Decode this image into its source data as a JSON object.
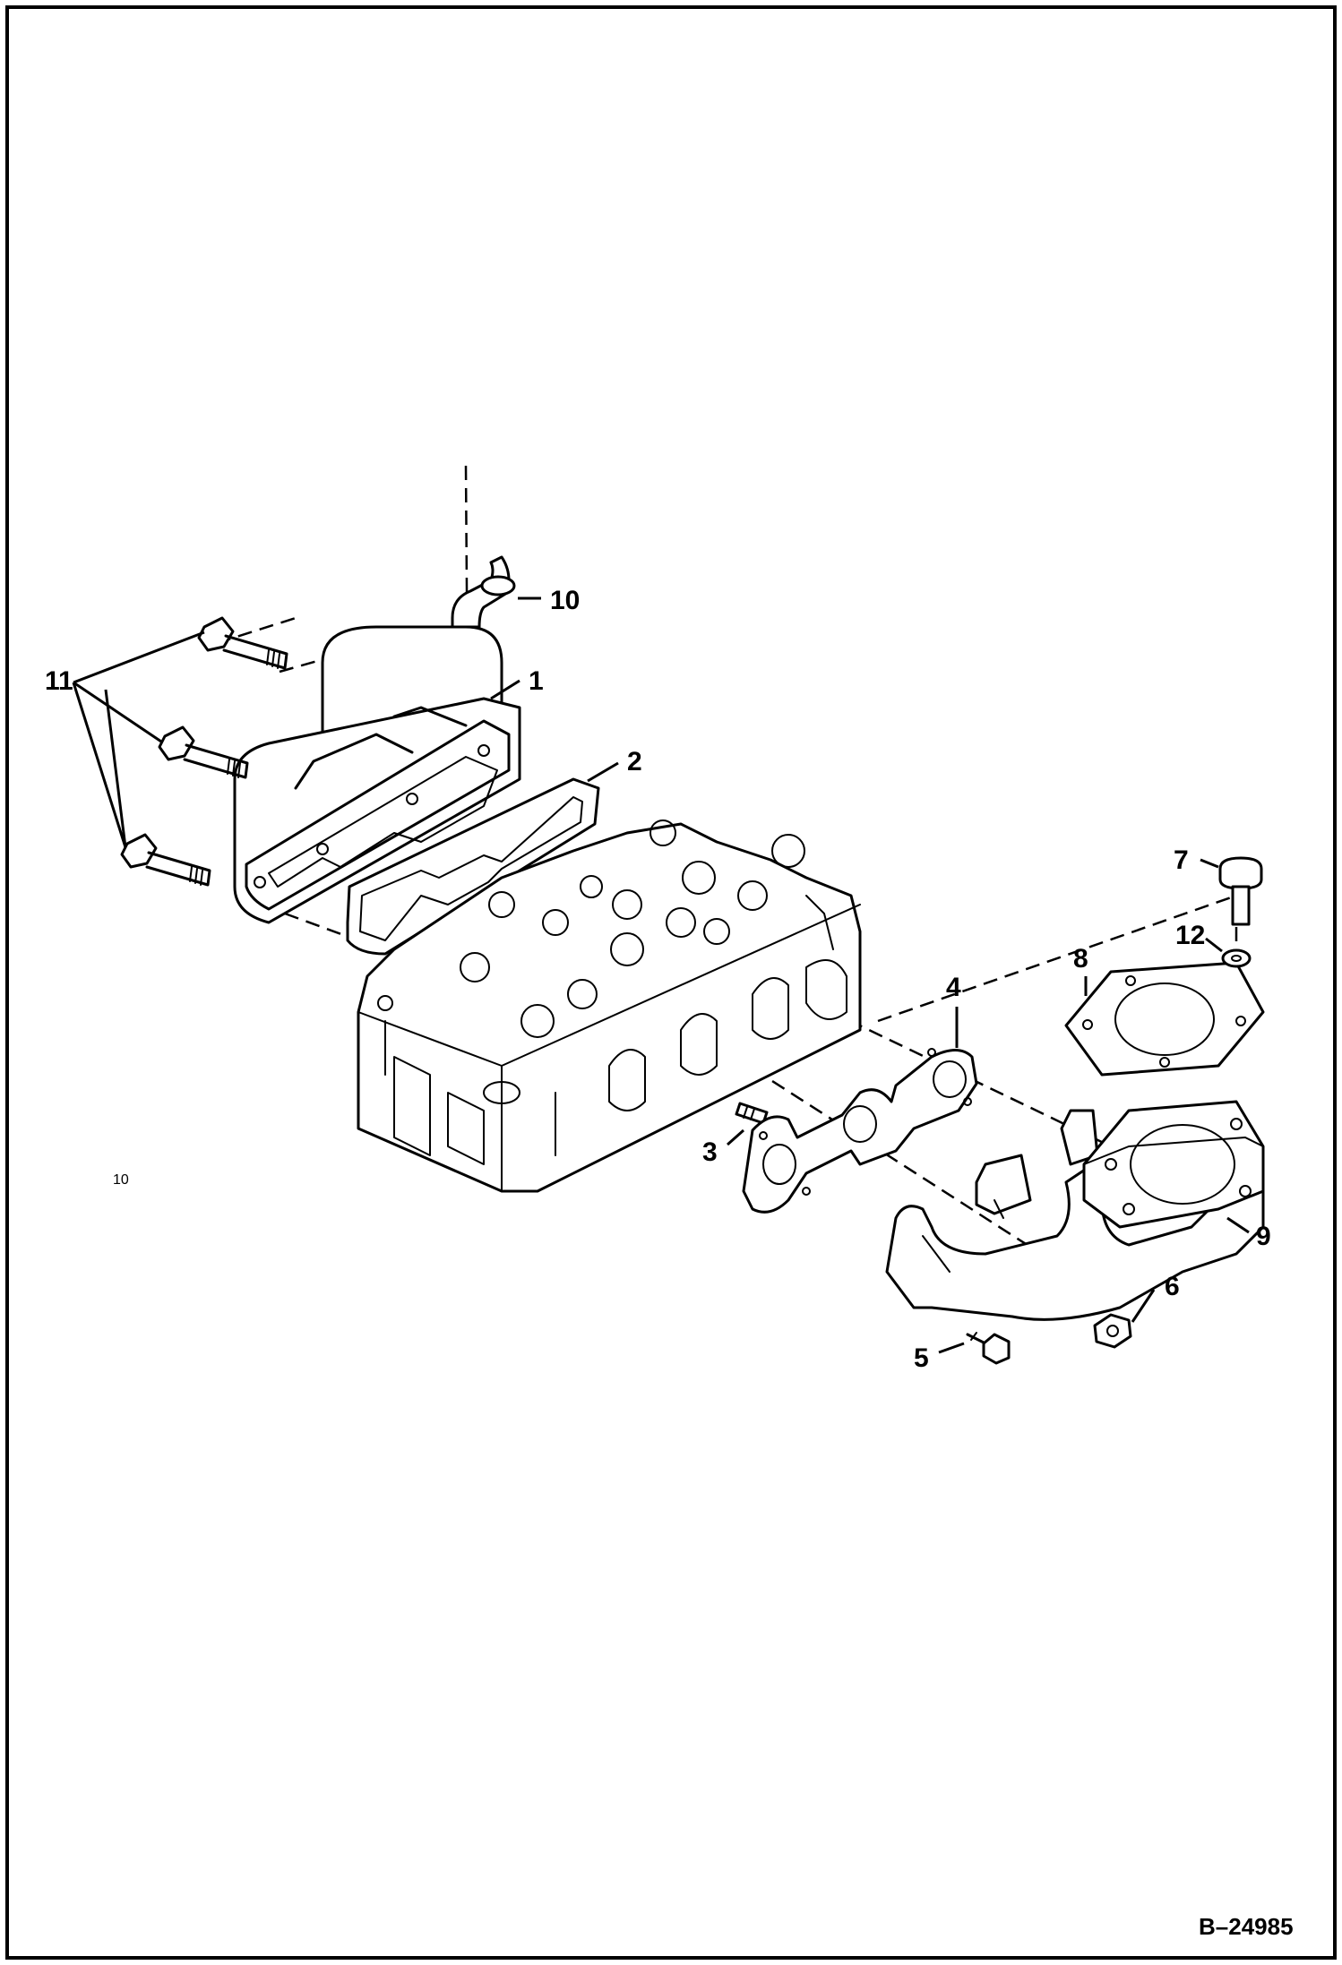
{
  "drawing": {
    "callouts": {
      "c1": "1",
      "c2": "2",
      "c3": "3",
      "c4": "4",
      "c5": "5",
      "c6": "6",
      "c7": "7",
      "c8": "8",
      "c9": "9",
      "c10": "10",
      "c11": "11",
      "c12": "12"
    },
    "small_note": "10",
    "figure_code": "B–24985"
  }
}
